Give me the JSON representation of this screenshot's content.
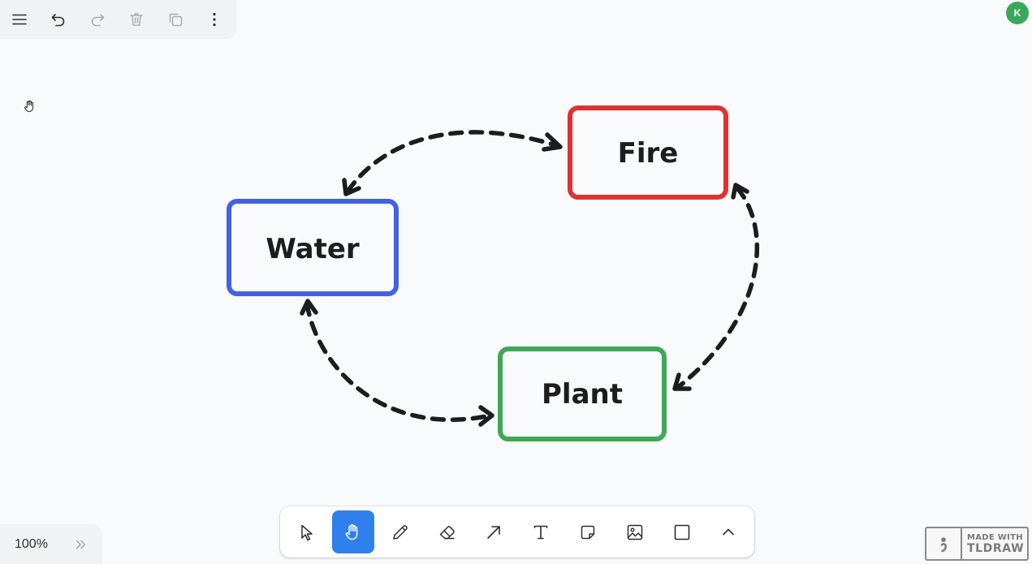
{
  "app": {
    "user_initial": "K",
    "avatar_color": "#3aa85a"
  },
  "menu": {
    "buttons": [
      {
        "name": "main-menu-button",
        "icon": "hamburger-icon",
        "enabled": true
      },
      {
        "name": "undo-button",
        "icon": "undo-icon",
        "enabled": true
      },
      {
        "name": "redo-button",
        "icon": "redo-icon",
        "enabled": false
      },
      {
        "name": "delete-button",
        "icon": "trash-icon",
        "enabled": false
      },
      {
        "name": "duplicate-button",
        "icon": "duplicate-icon",
        "enabled": false
      },
      {
        "name": "more-button",
        "icon": "more-vertical-icon",
        "enabled": true
      }
    ]
  },
  "canvas": {
    "shapes": [
      {
        "label": "Water",
        "color": "#4262e3"
      },
      {
        "label": "Fire",
        "color": "#e03131"
      },
      {
        "label": "Plant",
        "color": "#3fa857"
      }
    ],
    "arrow_style": "dashed",
    "arrow_color": "#1d1d1d",
    "cursor": "hand-icon"
  },
  "toolbar": {
    "active_tool": "hand",
    "active_color": "#2f80ed",
    "tools": [
      {
        "id": "select",
        "icon": "cursor-arrow-icon"
      },
      {
        "id": "hand",
        "icon": "hand-icon"
      },
      {
        "id": "draw",
        "icon": "pencil-icon"
      },
      {
        "id": "eraser",
        "icon": "eraser-icon"
      },
      {
        "id": "arrow",
        "icon": "arrow-icon"
      },
      {
        "id": "text",
        "icon": "text-icon"
      },
      {
        "id": "note",
        "icon": "sticky-note-icon"
      },
      {
        "id": "media",
        "icon": "image-icon"
      },
      {
        "id": "rectangle",
        "icon": "rectangle-icon"
      },
      {
        "id": "more",
        "icon": "chevron-up-icon"
      }
    ]
  },
  "zoom": {
    "level": "100%"
  },
  "badge": {
    "line1": "MADE WITH",
    "line2": "TLDRAW"
  }
}
